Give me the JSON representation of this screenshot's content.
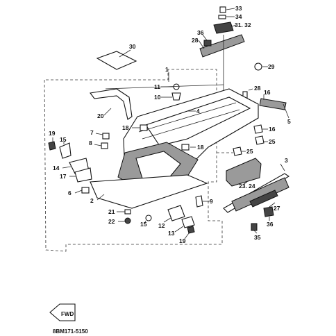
{
  "diagram_code": "8BM171-5150",
  "fwd_label": "FWD",
  "callouts": [
    {
      "id": "c33",
      "text": "33"
    },
    {
      "id": "c34",
      "text": "34"
    },
    {
      "id": "c3132",
      "text": "31. 32"
    },
    {
      "id": "c36a",
      "text": "36"
    },
    {
      "id": "c28a",
      "text": "28"
    },
    {
      "id": "c30",
      "text": "30"
    },
    {
      "id": "c1",
      "text": "1"
    },
    {
      "id": "c29",
      "text": "29"
    },
    {
      "id": "c11",
      "text": "11"
    },
    {
      "id": "c10",
      "text": "10"
    },
    {
      "id": "c28b",
      "text": "28"
    },
    {
      "id": "c16a",
      "text": "16"
    },
    {
      "id": "c4",
      "text": "4"
    },
    {
      "id": "c5",
      "text": "5"
    },
    {
      "id": "c20",
      "text": "20"
    },
    {
      "id": "c18a",
      "text": "18"
    },
    {
      "id": "c16b",
      "text": "16"
    },
    {
      "id": "c19a",
      "text": "19"
    },
    {
      "id": "c7",
      "text": "7"
    },
    {
      "id": "c8",
      "text": "8"
    },
    {
      "id": "c15a",
      "text": "15"
    },
    {
      "id": "c18b",
      "text": "18"
    },
    {
      "id": "c25a",
      "text": "25"
    },
    {
      "id": "c25b",
      "text": "25"
    },
    {
      "id": "c14",
      "text": "14"
    },
    {
      "id": "c17",
      "text": "17"
    },
    {
      "id": "c3",
      "text": "3"
    },
    {
      "id": "c6",
      "text": "6"
    },
    {
      "id": "c2324",
      "text": "23. 24"
    },
    {
      "id": "c2",
      "text": "2"
    },
    {
      "id": "c9",
      "text": "9"
    },
    {
      "id": "c27",
      "text": "27"
    },
    {
      "id": "c21",
      "text": "21"
    },
    {
      "id": "c22",
      "text": "22"
    },
    {
      "id": "c15b",
      "text": "15"
    },
    {
      "id": "c12",
      "text": "12"
    },
    {
      "id": "c36b",
      "text": "36"
    },
    {
      "id": "c13",
      "text": "13"
    },
    {
      "id": "c35",
      "text": "35"
    },
    {
      "id": "c19b",
      "text": "19"
    }
  ]
}
